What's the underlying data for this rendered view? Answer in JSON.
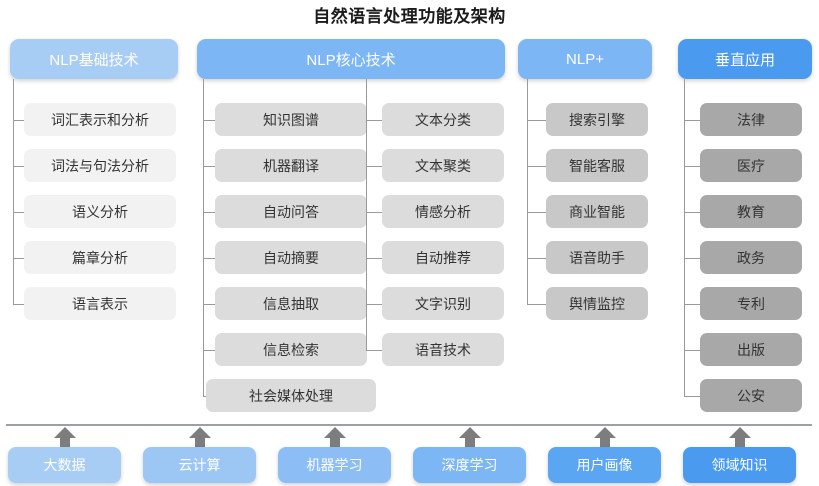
{
  "title": "自然语言处理功能及架构",
  "colors": {
    "header_light": "#a8cdf5",
    "header_mid": "#7cb6f5",
    "header_accent": "#4a9bf0",
    "leaf_col1": "#f2f2f2",
    "leaf_col2": "#dcdcdc",
    "leaf_col3": "#c8c8c8",
    "leaf_col4": "#a8a8a8",
    "line": "#9a9a9a",
    "arrow": "#7d7d7d",
    "divider": "#9aa0a6",
    "title_text": "#1b1b1b"
  },
  "columns": [
    {
      "id": "nlp-basic",
      "header": "NLP基础技术",
      "header_color": "#a8cdf5",
      "leaf_color": "#f2f2f2",
      "groups": [
        {
          "items": [
            "词汇表示和分析",
            "词法与句法分析",
            "语义分析",
            "篇章分析",
            "语言表示"
          ]
        }
      ]
    },
    {
      "id": "nlp-core",
      "header": "NLP核心技术",
      "header_color": "#7cb6f5",
      "leaf_color": "#dcdcdc",
      "groups": [
        {
          "items": [
            "知识图谱",
            "机器翻译",
            "自动问答",
            "自动摘要",
            "信息抽取",
            "信息检索",
            "社会媒体处理"
          ]
        },
        {
          "items": [
            "文本分类",
            "文本聚类",
            "情感分析",
            "自动推荐",
            "文字识别",
            "语音技术"
          ]
        }
      ]
    },
    {
      "id": "nlp-plus",
      "header": "NLP+",
      "header_color": "#7cb6f5",
      "leaf_color": "#c8c8c8",
      "groups": [
        {
          "items": [
            "搜索引擎",
            "智能客服",
            "商业智能",
            "语音助手",
            "舆情监控"
          ]
        }
      ]
    },
    {
      "id": "vertical-apps",
      "header": "垂直应用",
      "header_color": "#4a9bf0",
      "leaf_color": "#a8a8a8",
      "groups": [
        {
          "items": [
            "法律",
            "医疗",
            "教育",
            "政务",
            "专利",
            "出版",
            "公安"
          ]
        }
      ]
    }
  ],
  "foundation": {
    "items": [
      {
        "label": "大数据",
        "color": "#a8cdf5"
      },
      {
        "label": "云计算",
        "color": "#9cc7f5"
      },
      {
        "label": "机器学习",
        "color": "#8cbef5"
      },
      {
        "label": "深度学习",
        "color": "#7cb6f5"
      },
      {
        "label": "用户画像",
        "color": "#5aa6f2"
      },
      {
        "label": "领域知识",
        "color": "#4a9bf0"
      }
    ]
  }
}
